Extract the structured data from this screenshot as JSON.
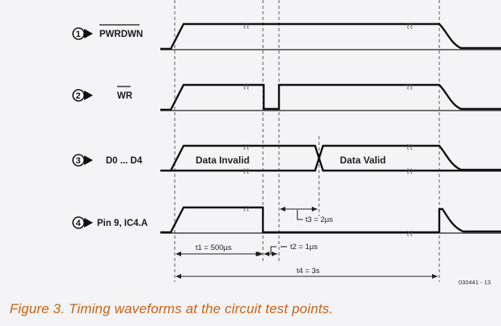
{
  "signals": [
    {
      "number": "1",
      "label": "PWRDWN",
      "overline": true
    },
    {
      "number": "2",
      "label": "WR",
      "overline": true
    },
    {
      "number": "3",
      "label": "D0 ... D4",
      "overline": false
    },
    {
      "number": "4",
      "label": "Pin 9, IC4.A",
      "overline": false
    }
  ],
  "regions": {
    "data_invalid": "Data Invalid",
    "data_valid": "Data Valid"
  },
  "timings": {
    "t1": "t1 = 500µs",
    "t2": "t2 = 1µs",
    "t3": "t3 = 2µs",
    "t4": "t4 = 3s"
  },
  "reference": "030441 - 13",
  "caption": "Figure 3. Timing waveforms at the circuit test points.",
  "colors": {
    "caption": "#c2631e",
    "waveform": "#111111",
    "guide_lines": "#888888"
  }
}
